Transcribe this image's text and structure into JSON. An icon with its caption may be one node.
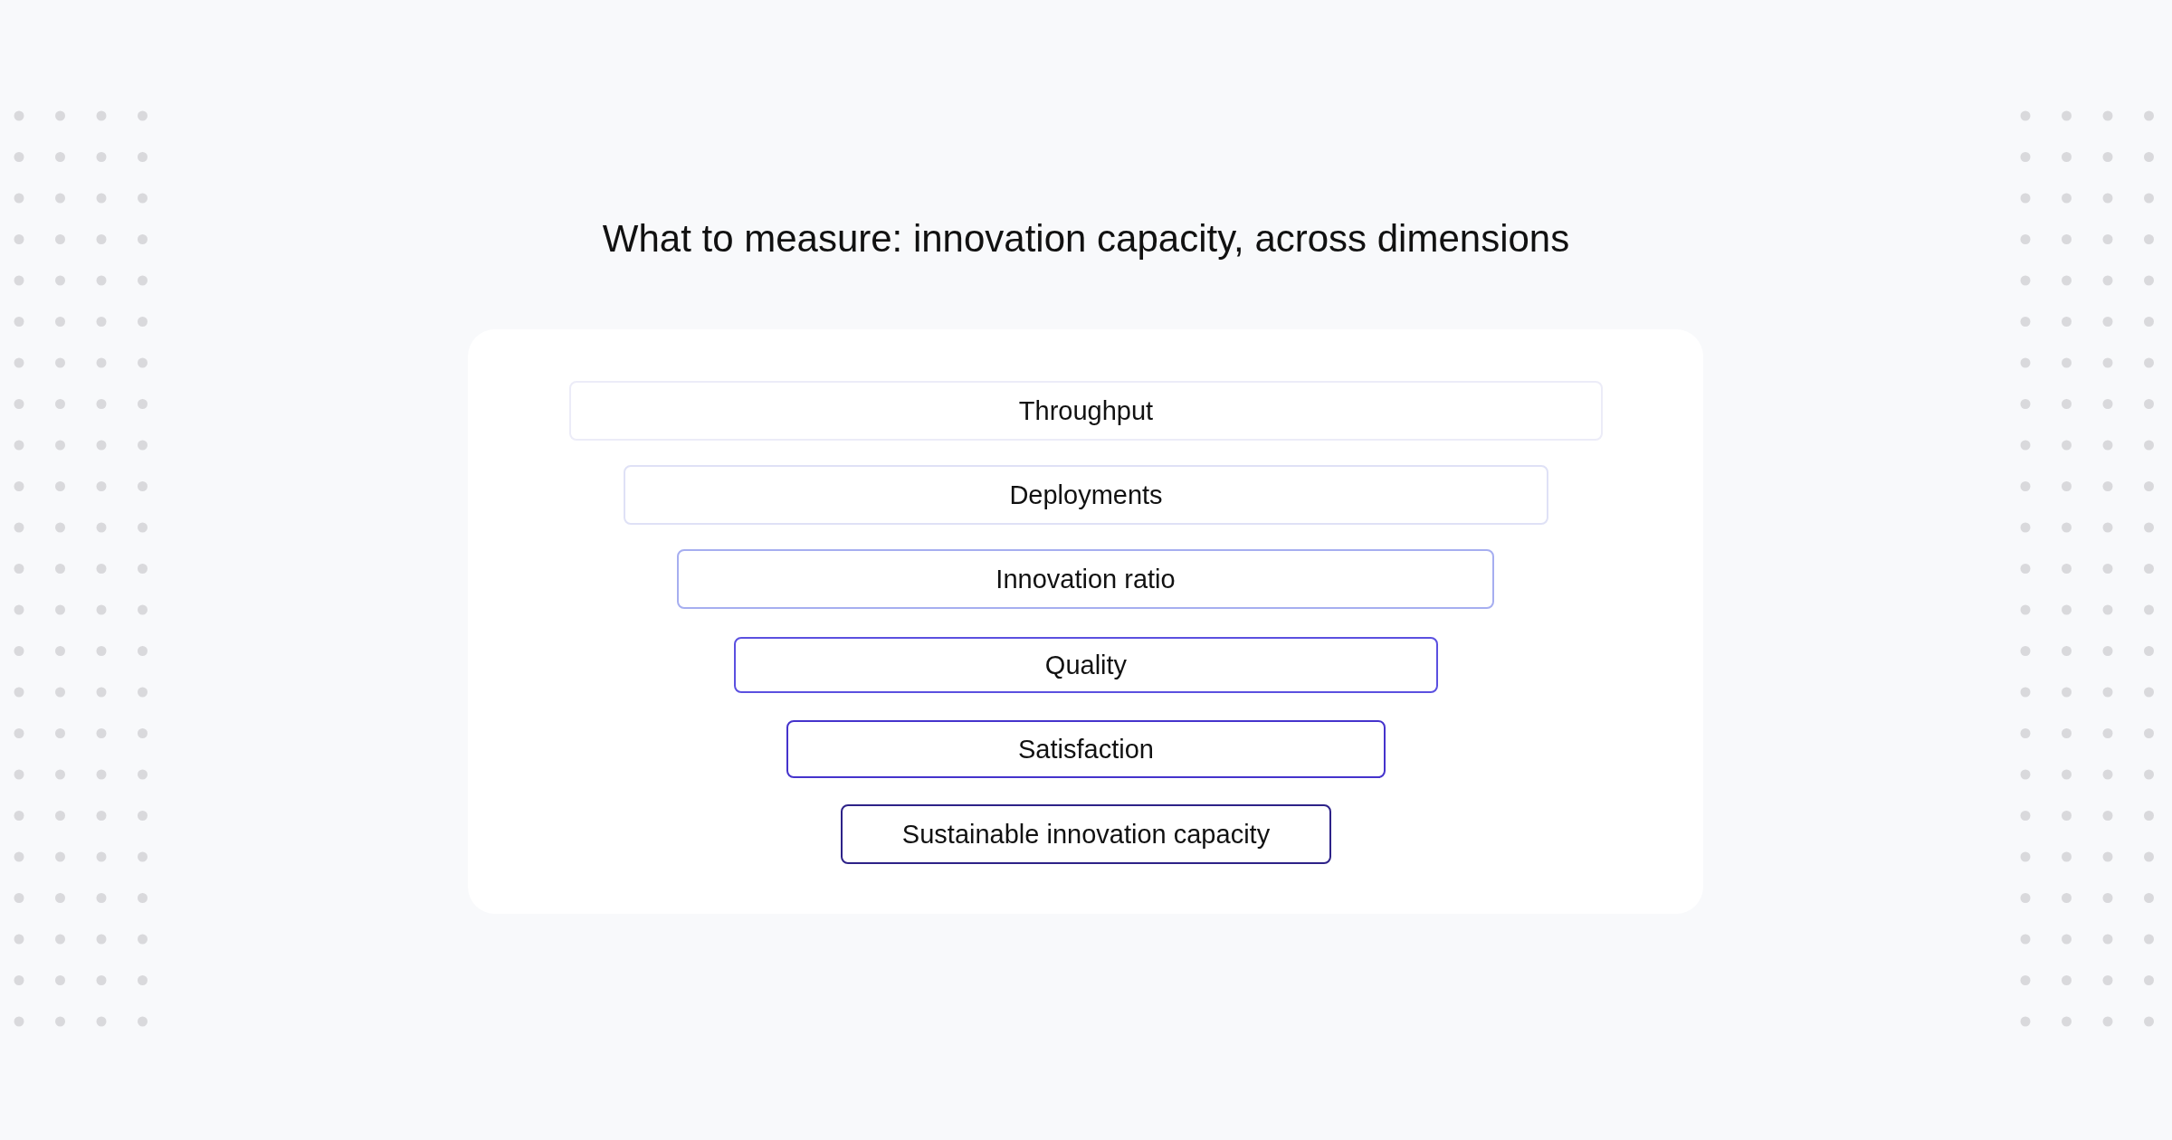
{
  "diagram": {
    "title": "What to measure: innovation capacity, across dimensions",
    "nodes": [
      {
        "text": [
          "Throughput"
        ]
      },
      {
        "text": [
          "Deployments"
        ]
      },
      {
        "text": [
          "Innovation ratio"
        ]
      },
      {
        "text": [
          "Quality"
        ]
      },
      {
        "text": [
          "Satisfaction"
        ]
      },
      {
        "text": [
          "Sustainable innovation capacity"
        ]
      }
    ],
    "edges": []
  }
}
